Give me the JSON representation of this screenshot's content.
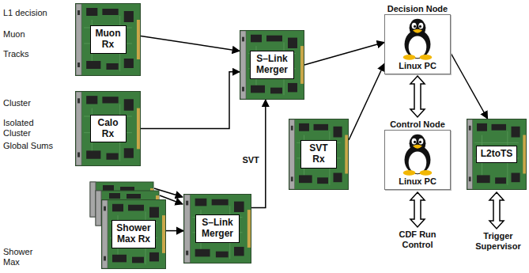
{
  "diagram": {
    "nodes": [
      {
        "text": [
          "Muon Rx"
        ]
      },
      {
        "text": [
          "Calo Rx"
        ]
      },
      {
        "text": [
          "Shower Max Rx"
        ]
      },
      {
        "text": [
          "S–Link Merger"
        ]
      },
      {
        "text": [
          "S–Link Merger"
        ]
      },
      {
        "text": [
          "SVT Rx"
        ]
      },
      {
        "text": [
          "Decision Node",
          "Linux PC"
        ]
      },
      {
        "text": [
          "Control Node",
          "Linux PC"
        ]
      },
      {
        "text": [
          "L2toTS"
        ]
      }
    ],
    "edges": [
      {
        "from": 0,
        "to": 4,
        "arrow": "to"
      },
      {
        "from": 1,
        "to": 4,
        "arrow": "to"
      },
      {
        "from": 2,
        "to": 3,
        "arrow": "to"
      },
      {
        "from": 3,
        "to": 4,
        "arrow": "to",
        "label": "SVT"
      },
      {
        "from": 4,
        "to": 6,
        "arrow": "to"
      },
      {
        "from": 5,
        "to": 6,
        "arrow": "to"
      },
      {
        "from": 6,
        "to": 7,
        "arrow": "both"
      },
      {
        "from": 6,
        "to": 8,
        "arrow": "to"
      }
    ],
    "labels": [
      "L1 decision",
      "Muon",
      "Tracks",
      "Cluster",
      "Isolated Cluster",
      "Global Sums",
      "Shower Max",
      "CDF Run Control",
      "Trigger Supervisor"
    ]
  }
}
